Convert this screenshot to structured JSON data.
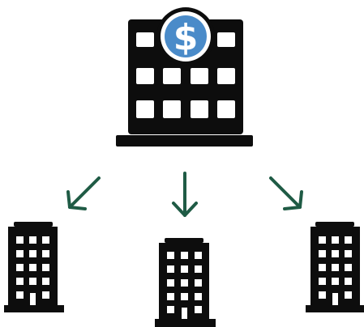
{
  "diagram": {
    "headquarters": {
      "icon": "bank-building-icon",
      "badge_icon": "dollar-sign-icon",
      "badge_text": "$",
      "badge_color": "#4A8BC9",
      "building_color": "#0d0d0d"
    },
    "arrows": {
      "icon": "arrow-icon",
      "color": "#1f5b45",
      "directions": [
        "down-left",
        "down",
        "down-right"
      ]
    },
    "branches": [
      {
        "icon": "office-building-icon"
      },
      {
        "icon": "office-building-icon"
      },
      {
        "icon": "office-building-icon"
      }
    ]
  }
}
